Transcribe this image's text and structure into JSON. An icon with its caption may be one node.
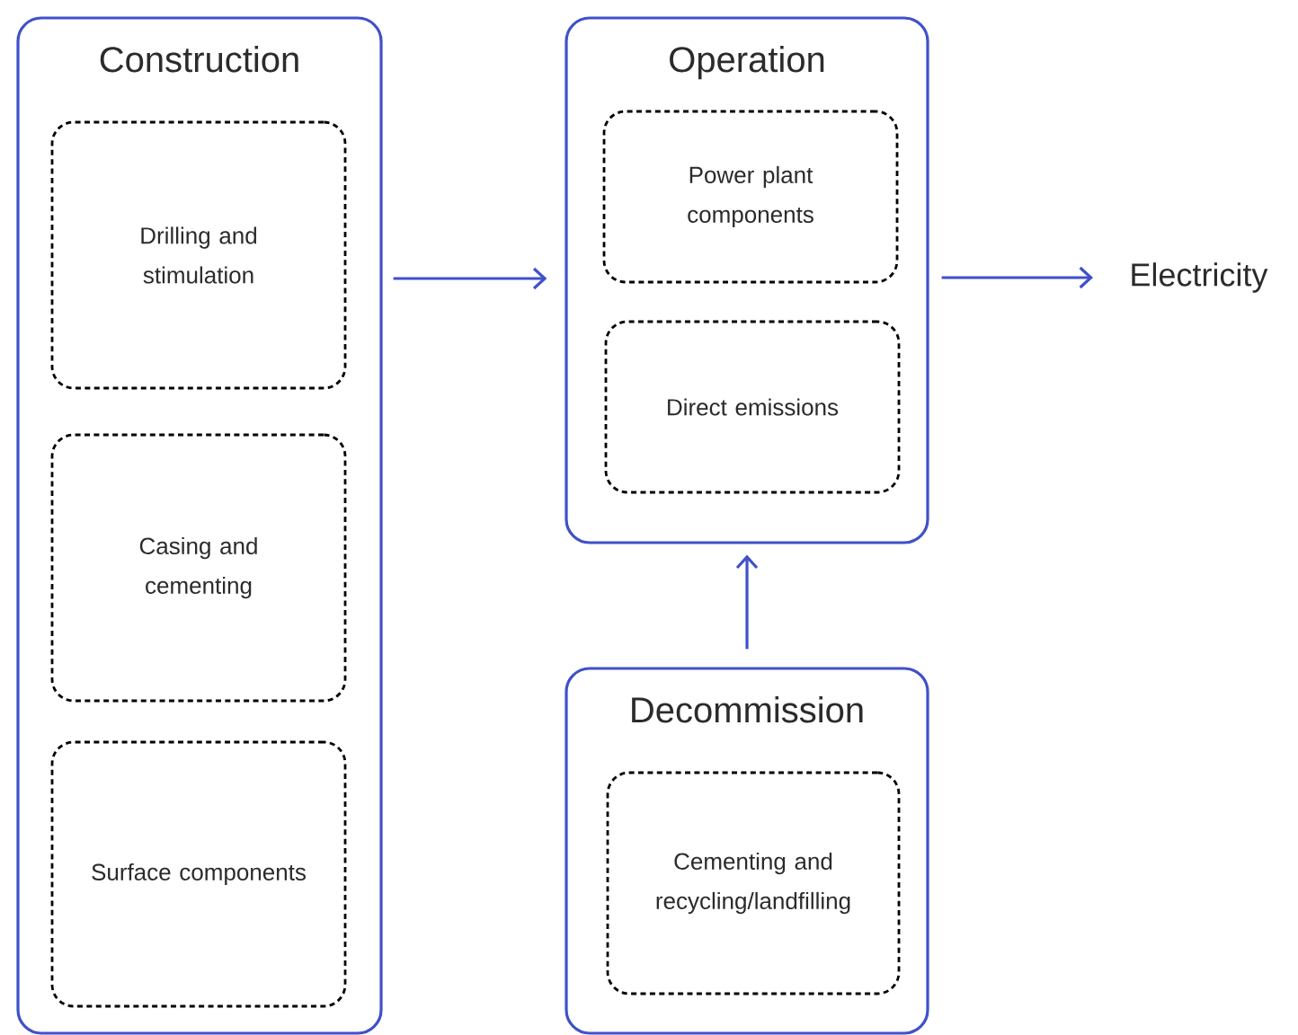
{
  "diagram": {
    "nodes": [
      {
        "text": [
          "Construction"
        ]
      },
      {
        "text": [
          "Drilling and stimulation"
        ],
        "in": 0
      },
      {
        "text": [
          "Casing and cementing"
        ],
        "in": 0
      },
      {
        "text": [
          "Surface components"
        ],
        "in": 0
      },
      {
        "text": [
          "Operation"
        ]
      },
      {
        "text": [
          "Power plant components"
        ],
        "in": 4
      },
      {
        "text": [
          "Direct emissions"
        ],
        "in": 4
      },
      {
        "text": [
          "Decommission"
        ]
      },
      {
        "text": [
          "Cementing and recycling/landfilling"
        ],
        "in": 7
      },
      {
        "text": [
          "Electricity"
        ]
      }
    ],
    "edges": [
      {
        "from": 0,
        "to": 4,
        "arrow": "to"
      },
      {
        "from": 4,
        "to": 9,
        "arrow": "to"
      },
      {
        "from": 7,
        "to": 4,
        "arrow": "to"
      }
    ]
  }
}
